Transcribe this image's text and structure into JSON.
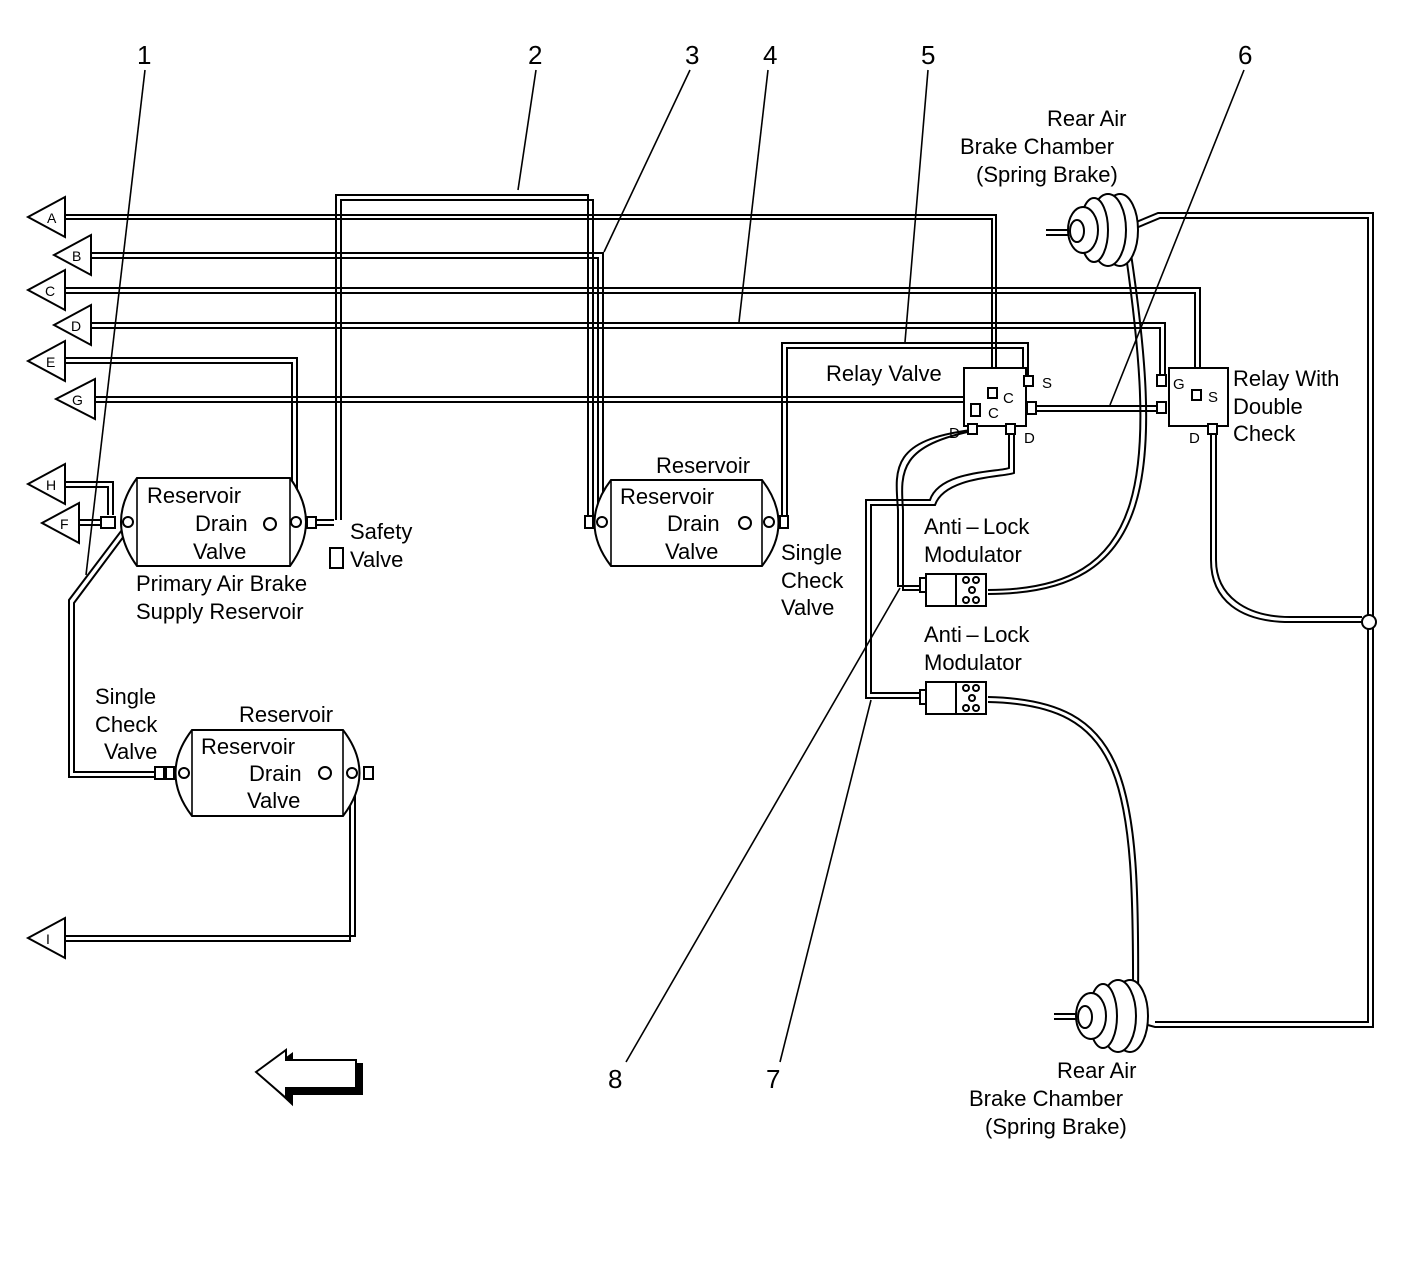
{
  "callouts": [
    "1",
    "2",
    "3",
    "4",
    "5",
    "6",
    "7",
    "8"
  ],
  "connectors": [
    "A",
    "B",
    "C",
    "D",
    "E",
    "G",
    "H",
    "F",
    "I"
  ],
  "components": {
    "primary_reservoir": {
      "title_line1": "Reservoir",
      "drain_line1": "Drain",
      "drain_line2": "Valve",
      "caption_line1": "Primary Air Brake",
      "caption_line2": "Supply Reservoir"
    },
    "safety_valve": {
      "line1": "Safety",
      "line2": "Valve"
    },
    "center_reservoir": {
      "outer_label": "Reservoir",
      "title_line1": "Reservoir",
      "drain_line1": "Drain",
      "drain_line2": "Valve"
    },
    "center_check_valve": {
      "line1": "Single",
      "line2": "Check",
      "line3": "Valve"
    },
    "lower_reservoir": {
      "outer_label": "Reservoir",
      "title_line1": "Reservoir",
      "drain_line1": "Drain",
      "drain_line2": "Valve"
    },
    "lower_check_valve": {
      "line1": "Single",
      "line2": "Check",
      "line3": "Valve"
    },
    "relay_valve": {
      "label": "Relay Valve",
      "pin_s": "S",
      "pin_c_top": "C",
      "pin_c": "C",
      "pin_d_left": "D",
      "pin_d_right": "D"
    },
    "relay_double_check": {
      "line1": "Relay With",
      "line2": "Double",
      "line3": "Check",
      "pin_g": "G",
      "pin_s": "S",
      "pin_d": "D"
    },
    "abs_modulator_upper": {
      "line1": "Anti – Lock",
      "line2": "Modulator"
    },
    "abs_modulator_lower": {
      "line1": "Anti – Lock",
      "line2": "Modulator"
    },
    "brake_chamber_upper": {
      "line1": "Rear Air",
      "line2": "Brake Chamber",
      "line3": "(Spring Brake)"
    },
    "brake_chamber_lower": {
      "line1": "Rear Air",
      "line2": "Brake Chamber",
      "line3": "(Spring Brake)"
    }
  },
  "direction_arrow": "left-arrow-icon"
}
